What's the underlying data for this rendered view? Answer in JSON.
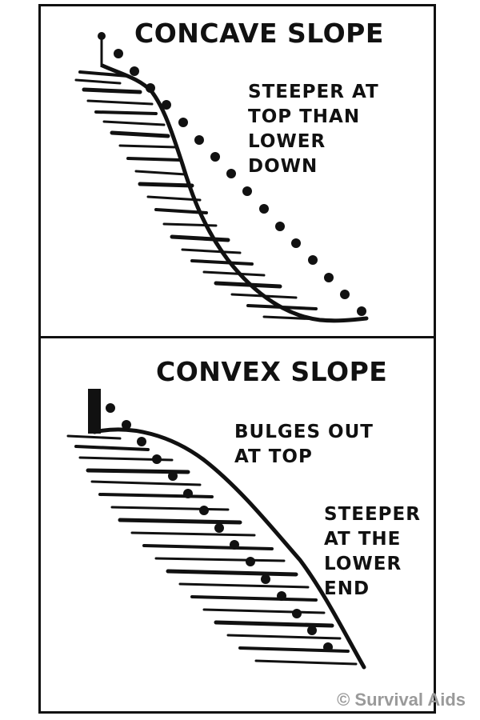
{
  "concave": {
    "title": "CONCAVE SLOPE",
    "note_lines": [
      "STEEPER  AT",
      "TOP THAN",
      "LOWER",
      "DOWN"
    ]
  },
  "convex": {
    "title": "CONVEX SLOPE",
    "note1_lines": [
      "BULGES  OUT",
      "AT  TOP"
    ],
    "note2_lines": [
      "STEEPER",
      "AT THE",
      "LOWER",
      "END"
    ]
  },
  "watermark": "© Survival Aids",
  "colors": {
    "ink": "#111111",
    "watermark": "#9a9a9a",
    "background": "#ffffff"
  }
}
